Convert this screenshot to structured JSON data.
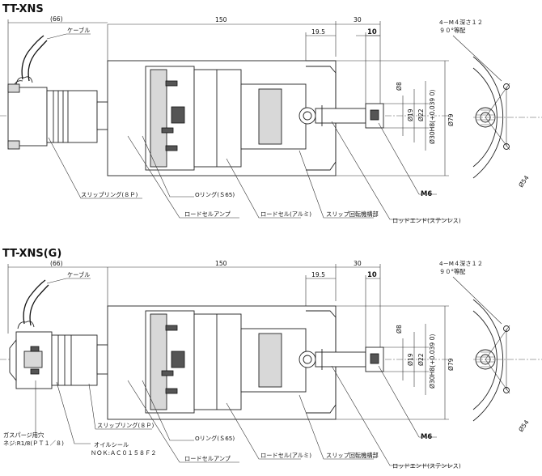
{
  "views": [
    {
      "title": "TT-XNS",
      "dims": {
        "d66": "(66)",
        "d150": "150",
        "d30": "30",
        "d19_5": "19.5",
        "d10": "10",
        "phi8": "Ø8",
        "phi19": "Ø19",
        "phi22": "Ø22",
        "phi30": "Ø30H8(+0.039 0)",
        "phi79": "Ø79",
        "m6": "M6",
        "phi54": "Ø54",
        "screw_note_1": "4－M４深さ１２",
        "screw_note_2": "９０°等配"
      },
      "labels": {
        "cable": "ケーブル",
        "slip_ring": "スリップリング(８Ｐ)",
        "o_ring": "Oリング(Ｓ65)",
        "loadcell_amp": "ロードセルアンプ",
        "loadcell": "ロードセル(アルミ)",
        "slip_mech": "スリップ回転機構部",
        "rod_end": "ロッドエンド(ステンレス)"
      }
    },
    {
      "title": "TT-XNS(G)",
      "dims": {
        "d66": "(66)",
        "d150": "150",
        "d30": "30",
        "d19_5": "19.5",
        "d10": "10",
        "phi8": "Ø8",
        "phi19": "Ø19",
        "phi22": "Ø22",
        "phi30": "Ø30H8(+0.039 0)",
        "phi79": "Ø79",
        "m6": "M6",
        "phi54": "Ø54",
        "screw_note_1": "4－M４深さ１２",
        "screw_note_2": "９０°等配"
      },
      "labels": {
        "cable": "ケーブル",
        "slip_ring": "スリップリング(８Ｐ)",
        "o_ring": "Oリング(Ｓ65)",
        "loadcell_amp": "ロードセルアンプ",
        "loadcell": "ロードセル(アルミ)",
        "slip_mech": "スリップ回転機構部",
        "rod_end": "ロッドエンド(ステンレス)",
        "gas_purge_1": "ガスパージ用穴",
        "gas_purge_2": "ネジ:R1/8(ＰＴ１／８)",
        "oil_seal_1": "オイルシール",
        "oil_seal_2": "ＮＯＫ:ＡＣ０１５８Ｆ２"
      }
    }
  ]
}
